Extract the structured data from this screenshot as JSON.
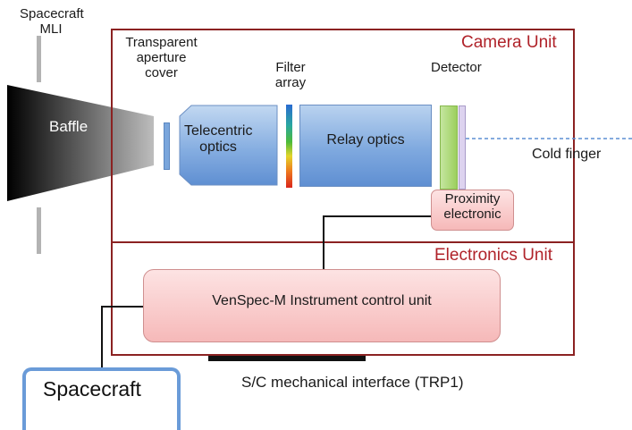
{
  "labels": {
    "spacecraft_mli": "Spacecraft\nMLI",
    "transparent_cover": "Transparent\naperture\ncover",
    "filter_array": "Filter\narray",
    "detector": "Detector",
    "baffle": "Baffle",
    "telecentric_optics": "Telecentric\noptics",
    "relay_optics": "Relay optics",
    "cold_finger": "Cold finger",
    "proximity_electronic": "Proximity\nelectronic",
    "camera_unit": "Camera Unit",
    "electronics_unit": "Electronics Unit",
    "instrument_control_unit": "VenSpec-M Instrument control unit",
    "spacecraft": "Spacecraft",
    "mechanical_interface": "S/C mechanical interface (TRP1)"
  },
  "colors": {
    "frame": "#8b2222",
    "unit_title": "#b0232a",
    "optics_blue": "#7fa9df",
    "electronics_pink": "#f6b9b9",
    "detector_green": "#a6d96a",
    "spacecraft_bracket": "#6a9bd8"
  }
}
